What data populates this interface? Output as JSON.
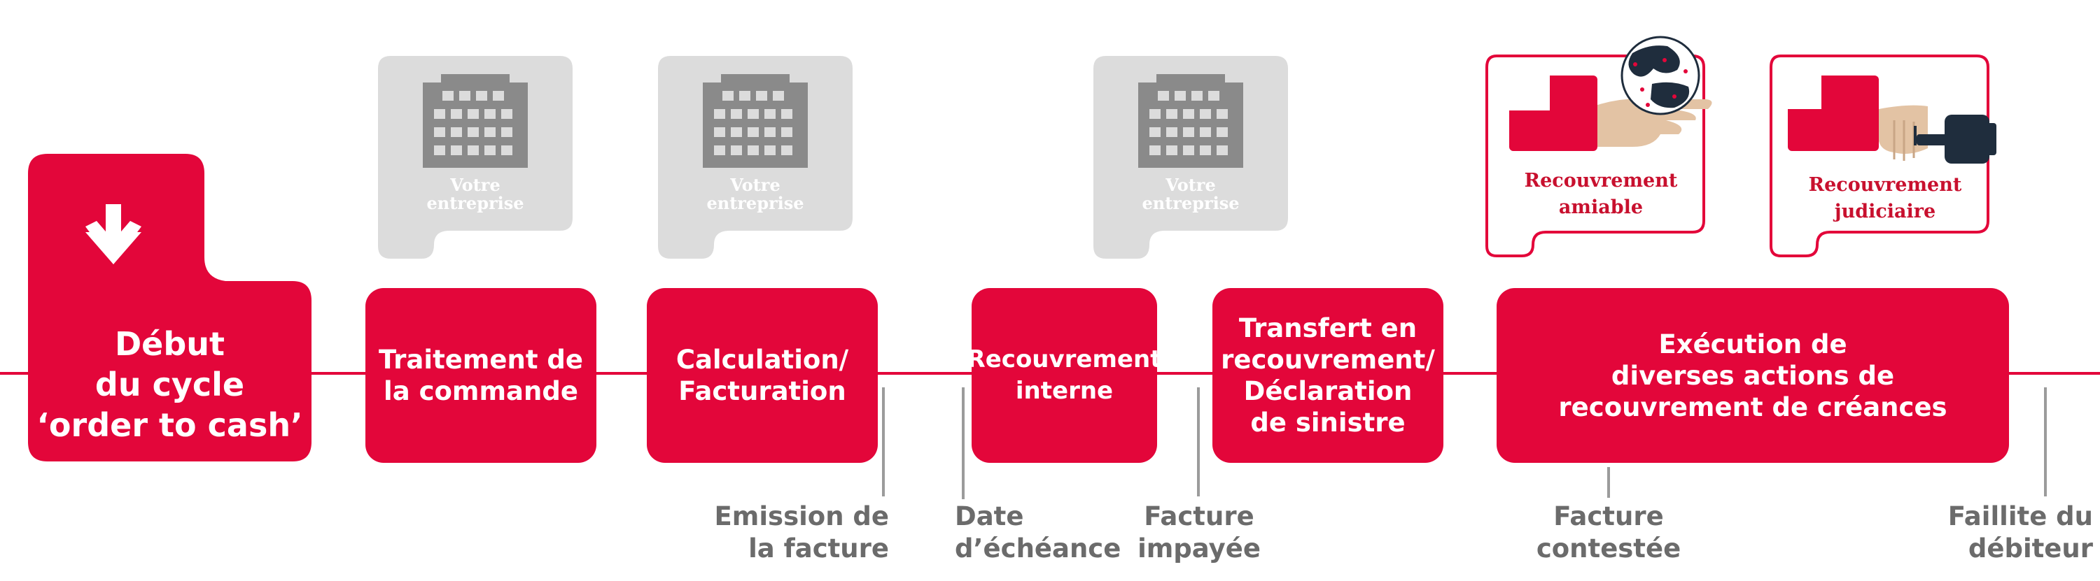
{
  "start": {
    "lines": [
      "Début",
      "du cycle",
      "‘order to cash’"
    ],
    "icon": "arrow-down-icon"
  },
  "company_cards": [
    {
      "lines": [
        "Votre",
        "entreprise"
      ],
      "icon": "building-icon"
    },
    {
      "lines": [
        "Votre",
        "entreprise"
      ],
      "icon": "building-icon"
    },
    {
      "lines": [
        "Votre",
        "entreprise"
      ],
      "icon": "building-icon"
    }
  ],
  "recovery_cards": [
    {
      "lines": [
        "Recouvrement",
        "amiable"
      ],
      "icon": "hand-globe-icon"
    },
    {
      "lines": [
        "Recouvrement",
        "judiciaire"
      ],
      "icon": "hand-gavel-icon"
    }
  ],
  "steps": [
    {
      "lines": [
        "Traitement de",
        "la commande"
      ]
    },
    {
      "lines": [
        "Calculation/",
        "Facturation"
      ]
    },
    {
      "lines": [
        "Recouvrement",
        "interne"
      ]
    },
    {
      "lines": [
        "Transfert en",
        "recouvrement/",
        "Déclaration",
        "de sinistre"
      ]
    },
    {
      "lines": [
        "Exécution de",
        "diverses actions de",
        "recouvrement de créances"
      ]
    }
  ],
  "milestones": [
    {
      "lines": [
        "Emission de",
        "la facture"
      ]
    },
    {
      "lines": [
        "Date",
        "d’échéance"
      ]
    },
    {
      "lines": [
        "Facture",
        "impayée"
      ]
    },
    {
      "lines": [
        "Facture",
        "contestée"
      ]
    },
    {
      "lines": [
        "Faillite du",
        "débiteur"
      ]
    }
  ],
  "colors": {
    "accent": "#e3063a",
    "company_gray": "#dcdcdc",
    "building_gray": "#8a8a8a",
    "milestone_gray": "#6b6b6b"
  }
}
